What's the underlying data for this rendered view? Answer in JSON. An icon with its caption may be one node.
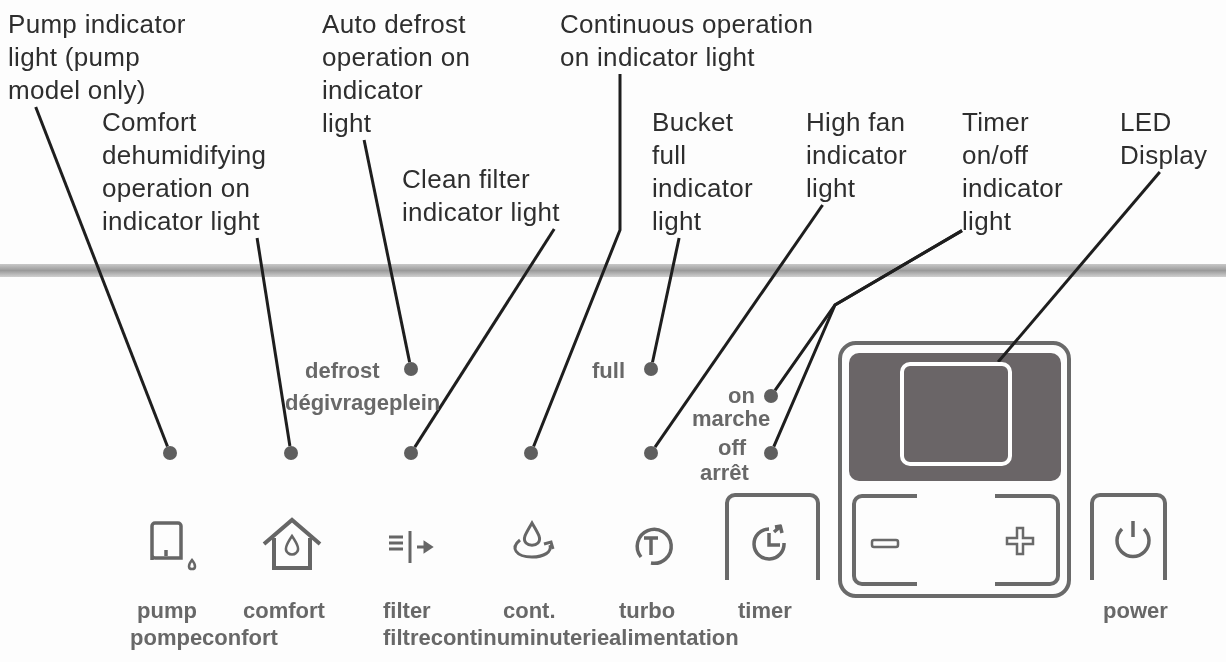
{
  "diagram": {
    "nodes": [
      {
        "text": [
          "Pump indicator light (pump model only)"
        ]
      },
      {
        "text": [
          "Comfort dehumidifying operation on indicator light"
        ]
      },
      {
        "text": [
          "Auto defrost operation on indicator light"
        ]
      },
      {
        "text": [
          "Clean filter indicator light"
        ]
      },
      {
        "text": [
          "Continuous operation on indicator light"
        ]
      },
      {
        "text": [
          "Bucket full indicator light"
        ]
      },
      {
        "text": [
          "High fan indicator light"
        ]
      },
      {
        "text": [
          "Timer on/off indicator light"
        ]
      },
      {
        "text": [
          "LED Display"
        ]
      },
      {
        "text": [],
        "shape": "circle"
      },
      {
        "text": [],
        "shape": "circle"
      },
      {
        "text": [],
        "shape": "circle"
      },
      {
        "text": [],
        "shape": "circle"
      },
      {
        "text": [],
        "shape": "circle"
      },
      {
        "text": [],
        "shape": "circle"
      },
      {
        "text": [],
        "shape": "circle"
      },
      {
        "text": [],
        "shape": "circle"
      },
      {
        "text": [],
        "shape": "circle"
      },
      {
        "text": [],
        "shape": "box"
      }
    ],
    "edges": [
      {
        "from": 0,
        "to": 9,
        "arrow": "none"
      },
      {
        "from": 1,
        "to": 10,
        "arrow": "none"
      },
      {
        "from": 2,
        "to": 11,
        "arrow": "none"
      },
      {
        "from": 3,
        "to": 12,
        "arrow": "none"
      },
      {
        "from": 4,
        "to": 13,
        "arrow": "none"
      },
      {
        "from": 5,
        "to": 14,
        "arrow": "none"
      },
      {
        "from": 6,
        "to": 15,
        "arrow": "none"
      },
      {
        "from": 7,
        "to": 16,
        "arrow": "none"
      },
      {
        "from": 7,
        "to": 17,
        "arrow": "none"
      },
      {
        "from": 8,
        "to": 18,
        "arrow": "none"
      }
    ],
    "labels": [
      "defrost",
      "full",
      "dégivrageplein",
      "on",
      "marche",
      "off",
      "arrêt",
      "pump",
      "comfort",
      "filter",
      "cont.",
      "turbo",
      "timer",
      "power",
      "pompeconfort",
      "filtrecontinuminuteriealimentation"
    ]
  }
}
